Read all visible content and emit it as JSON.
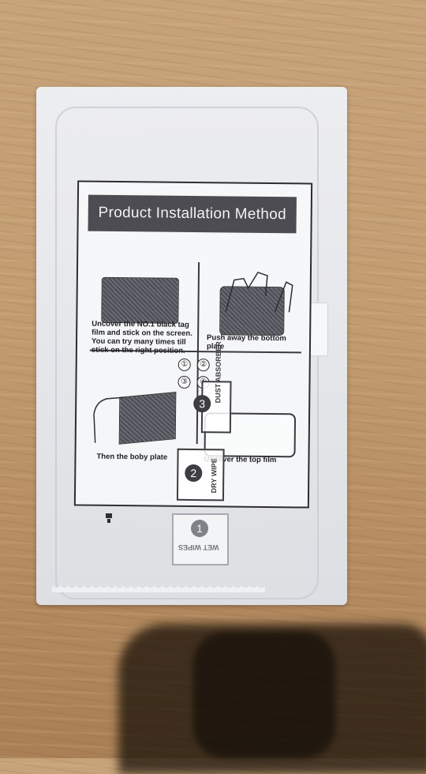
{
  "sheet": {
    "title": "Product Installation Method",
    "step1_text": "Uncover the NO.1 black tag film and stick on the screen. You can try many times till stick on the right position.",
    "step2_text": "Push away the bottom plate",
    "step3_text": "Then the boby plate",
    "step4_text": "Uncover the top film",
    "markers": [
      "①",
      "②",
      "③",
      "④"
    ]
  },
  "packets": {
    "dry_number": "2",
    "dry_label": "DRY WIPE",
    "dust_number": "3",
    "dust_label": "DUST ABSORBER",
    "wet_number": "1",
    "wet_label": "WET WIPES"
  },
  "colors": {
    "wood": "#c39d72",
    "banner": "#4c4c52",
    "bag": "#eef0f4"
  }
}
